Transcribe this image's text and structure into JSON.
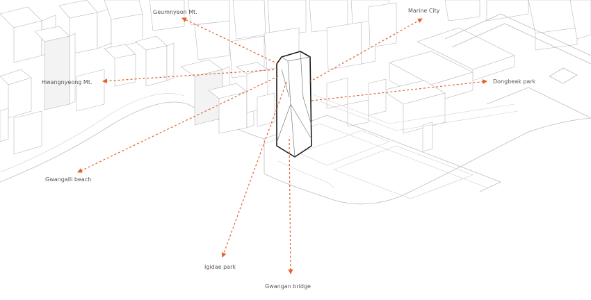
{
  "colors": {
    "arrow": "#e0622a",
    "tower_outline": "#1a1a1a",
    "context_line": "#b8b8b8",
    "label_text": "#555555"
  },
  "labels": {
    "geumnyeon": "Geumnyeon Mt.",
    "marine_city": "Marine City",
    "hwangnyeong": "Hwangnyeong Mt.",
    "dongbeak": "Dongbeak park",
    "gwangalli": "Gwangalli beach",
    "igidae": "Igidae park",
    "gwangan_bridge": "Gwangan bridge"
  }
}
